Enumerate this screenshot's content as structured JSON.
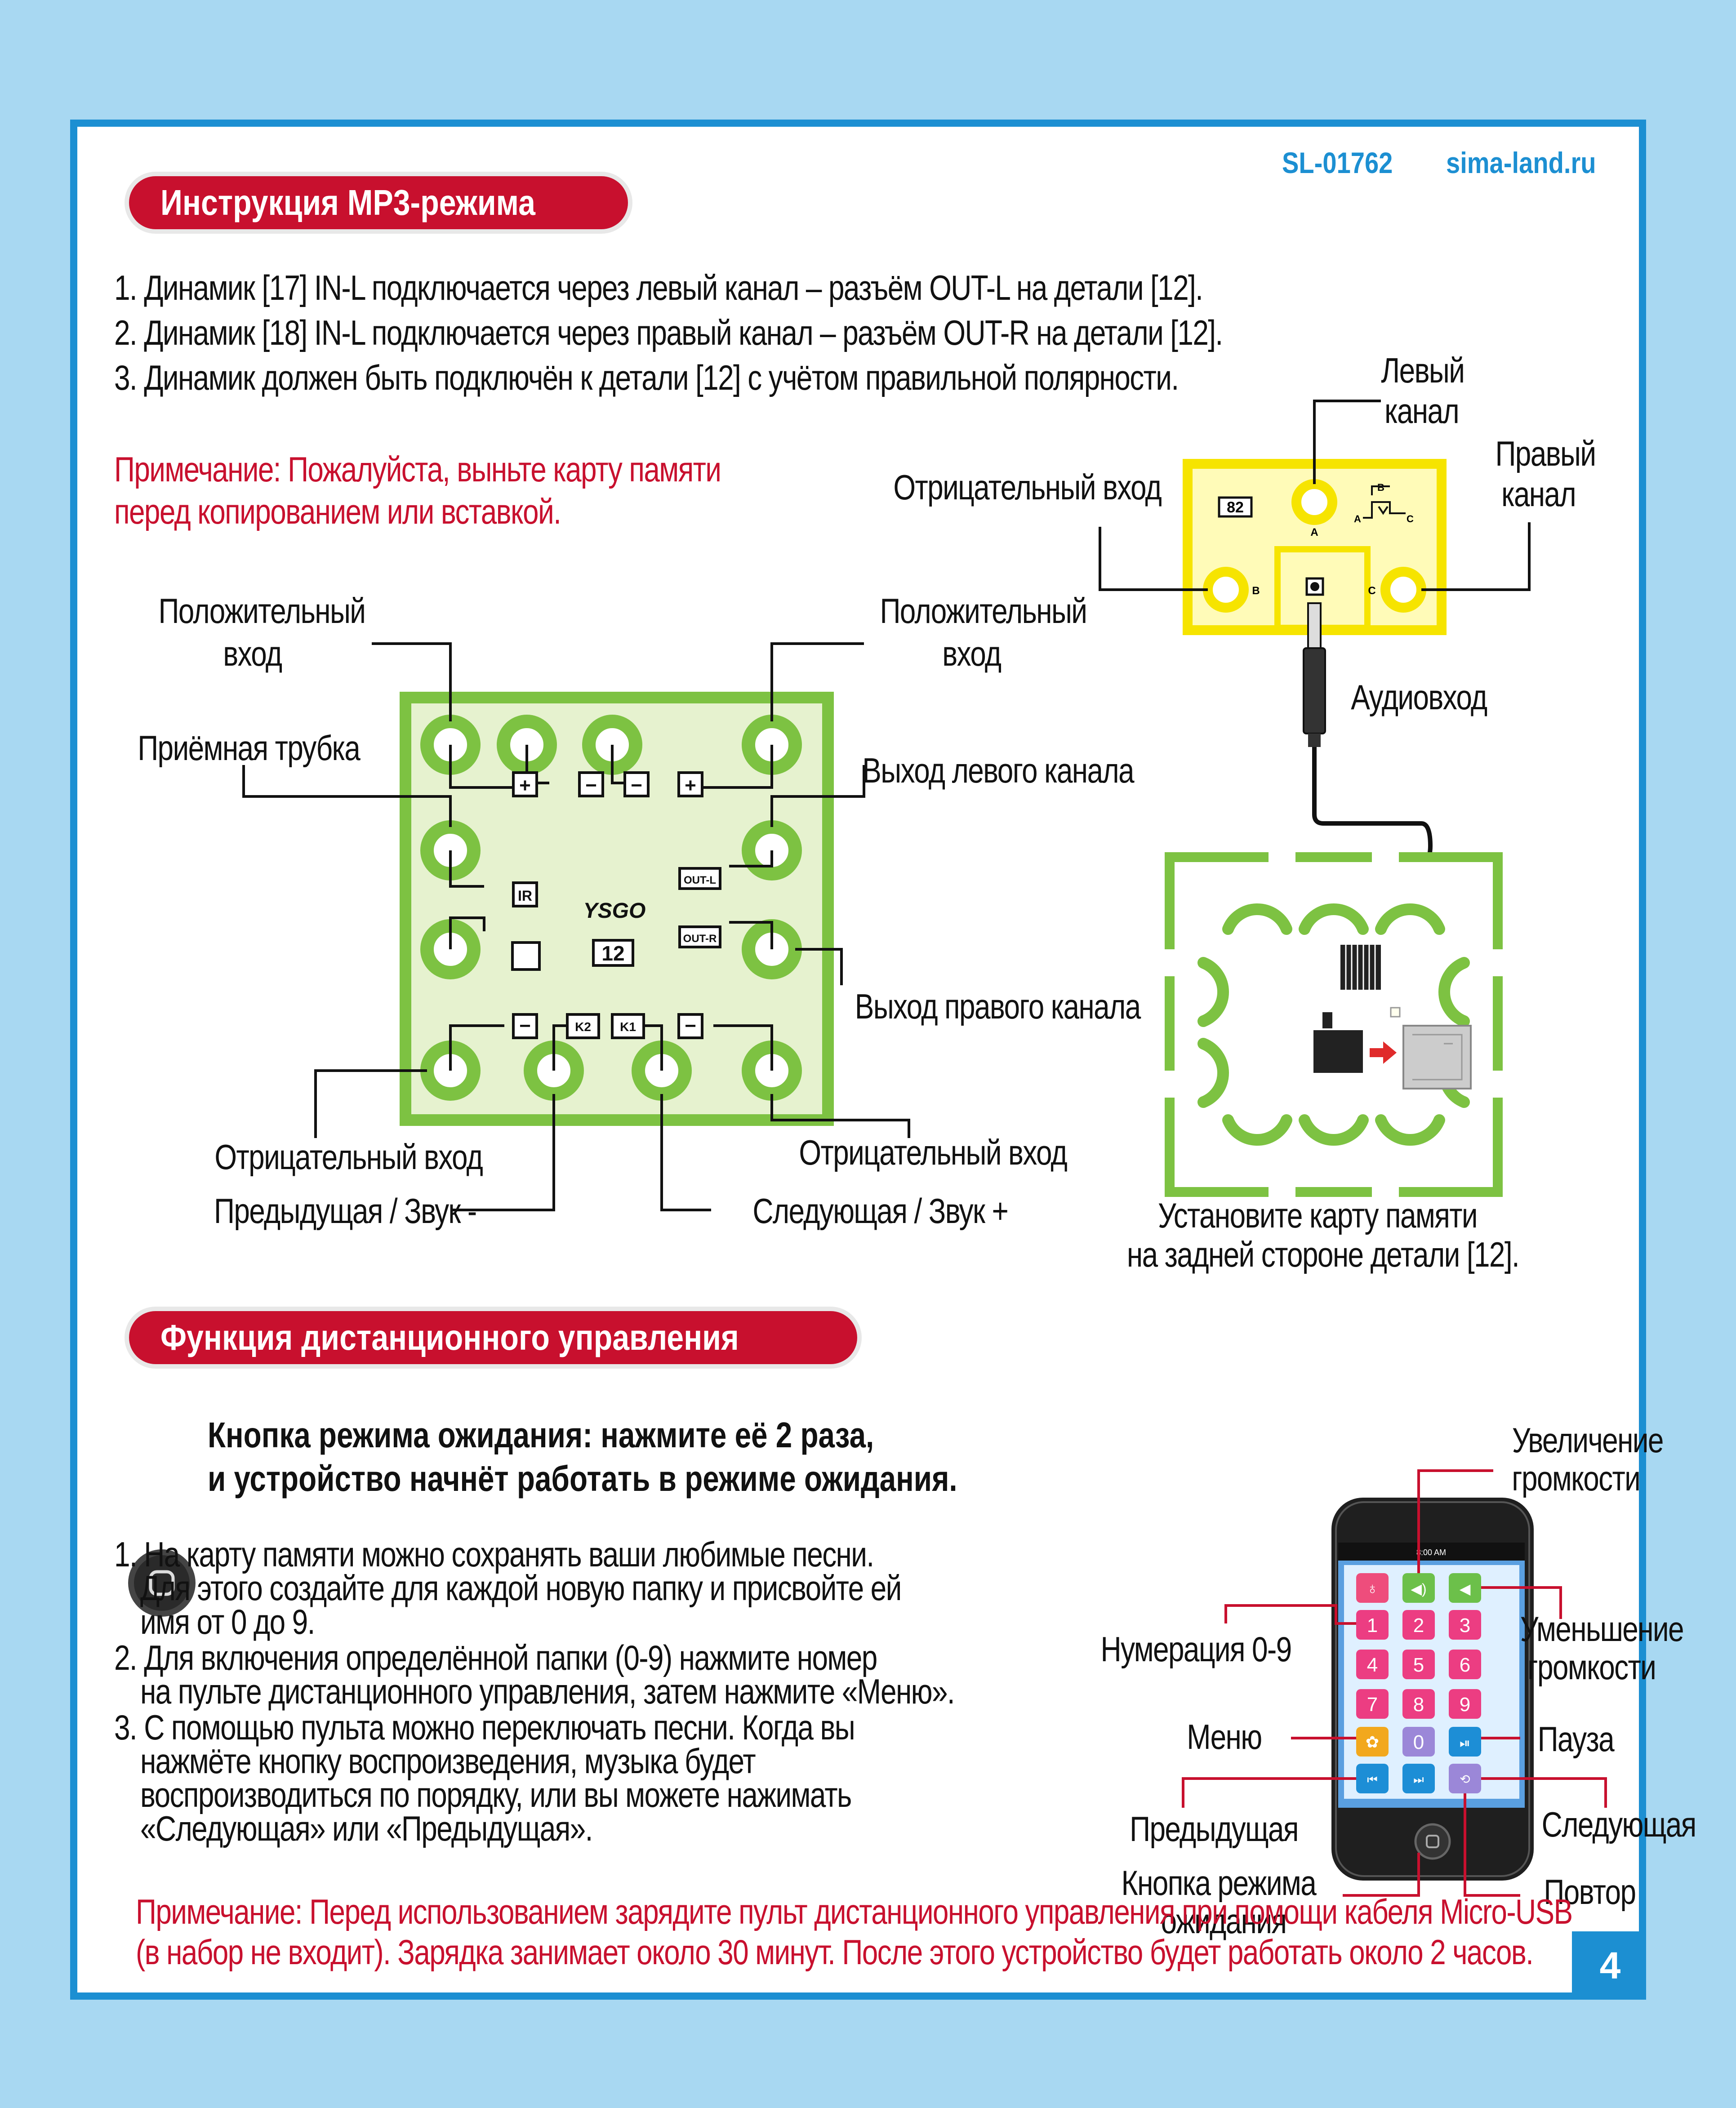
{
  "header": {
    "code": "SL-01762",
    "site": "sima-land.ru"
  },
  "section1": {
    "title": "Инструкция MP3-режима",
    "items": [
      "1. Динамик [17] IN-L подключается через левый канал – разъём OUT-L на детали [12].",
      "2. Динамик [18] IN-L подключается через правый канал – разъём OUT-R на детали [12].",
      "3. Динамик должен быть подключён к детали [12] с учётом правильной полярности."
    ],
    "note_line1": "Примечание: Пожалуйста, выньте карту памяти",
    "note_line2": "перед копированием или вставкой."
  },
  "board12": {
    "brand": "YSGO",
    "number": "12",
    "ir": "IR",
    "k1": "K1",
    "k2": "K2",
    "outl": "OUT-L",
    "outr": "OUT-R",
    "plus": "+",
    "minus": "−",
    "labels": {
      "pos_left_1": "Положительный",
      "pos_left_2": "вход",
      "pos_right_1": "Положительный",
      "pos_right_2": "вход",
      "receiver": "Приёмная трубка",
      "left_out": "Выход левого канала",
      "right_out": "Выход правого канала",
      "neg_left": "Отрицательный вход",
      "neg_right": "Отрицательный вход",
      "prev": "Предыдущая / Звук -",
      "next": "Следующая / Звук +"
    }
  },
  "board82": {
    "number": "82",
    "a": "A",
    "b": "B",
    "c": "C",
    "left_ch_1": "Левый",
    "left_ch_2": "канал",
    "right_ch_1": "Правый",
    "right_ch_2": "канал",
    "neg_in": "Отрицательный вход",
    "audio_in": "Аудиовход"
  },
  "card": {
    "caption_1": "Установите карту памяти",
    "caption_2": "на задней стороне детали [12]."
  },
  "section2": {
    "title": "Функция дистанционного управления",
    "standby_1": "Кнопка режима ожидания: нажмите её 2 раза,",
    "standby_2": "и устройство начнёт работать в режиме ожидания.",
    "items": [
      "1. На карту памяти можно сохранять ваши любимые песни.",
      "Для этого создайте для каждой новую папку и присвойте ей",
      "имя от 0 до 9.",
      "2. Для включения определённой папки (0-9) нажмите номер",
      "на пульте дистанционного управления, затем нажмите «Меню».",
      "3. С помощью пульта можно переключать песни. Когда вы",
      "нажмёте кнопку воспроизведения, музыка будет",
      "воспроизводиться по порядку, или вы можете нажимать",
      "«Следующая» или «Предыдущая»."
    ],
    "note_1": "Примечание: Перед использованием зарядите пульт дистанционного управления при помощи кабеля Micro-USB",
    "note_2": "(в набор не входит). Зарядка занимает около 30 минут. После этого устройство будет работать около 2 часов."
  },
  "remote": {
    "status": "8:00 AM",
    "keys": [
      "1",
      "2",
      "3",
      "4",
      "5",
      "6",
      "7",
      "8",
      "9",
      "0"
    ],
    "labels": {
      "vol_up_1": "Увеличение",
      "vol_up_2": "громкости",
      "vol_down_1": "Уменьшение",
      "vol_down_2": "громкости",
      "numbers": "Нумерация 0-9",
      "menu": "Меню",
      "pause": "Пауза",
      "prev": "Предыдущая",
      "next": "Следующая",
      "standby_1": "Кнопка режима",
      "standby_2": "ожидания",
      "repeat": "Повтор"
    }
  },
  "page_number": "4",
  "colors": {
    "red": "#c8102e",
    "blue": "#1c8fd2",
    "green": "#7dc242",
    "board": "#e6f2cf",
    "yellow": "#f6e400"
  }
}
